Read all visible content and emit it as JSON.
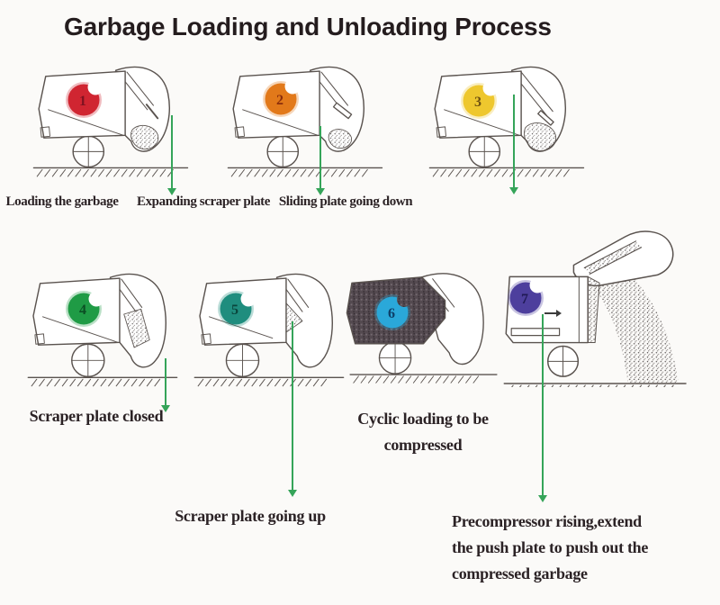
{
  "title": "Garbage Loading and Unloading Process",
  "colors": {
    "background": "#fbfaf8",
    "title_text": "#241c1e",
    "label_text": "#2b2225",
    "arrow_green": "#35a459",
    "truck_line": "#5a534f",
    "black_arrow": "#3c3c3c"
  },
  "steps": [
    {
      "number": "1",
      "label_lines": [
        "Loading the garbage"
      ],
      "blob_color": "#d02531",
      "number_color": "#7e1220"
    },
    {
      "number": "2",
      "label_lines": [
        "Expanding scraper plate"
      ],
      "blob_color": "#e2791a",
      "number_color": "#8a2d0c"
    },
    {
      "number": "3",
      "label_lines": [
        "Sliding plate going down"
      ],
      "blob_color": "#eec72e",
      "number_color": "#6f5210"
    },
    {
      "number": "4",
      "label_lines": [
        "Scraper plate closed"
      ],
      "blob_color": "#1f9b45",
      "number_color": "#0b4f24"
    },
    {
      "number": "5",
      "label_lines": [
        "Scraper plate going up"
      ],
      "blob_color": "#1f8d7e",
      "number_color": "#0a453c"
    },
    {
      "number": "6",
      "label_lines": [
        "Cyclic loading to be",
        "compressed"
      ],
      "blob_color": "#2aa8d9",
      "number_color": "#0d3f68"
    },
    {
      "number": "7",
      "label_lines": [
        "Precompressor rising,extend",
        "the push plate to push out the",
        "compressed garbage"
      ],
      "blob_color": "#4d3f9d",
      "number_color": "#201a55"
    }
  ]
}
